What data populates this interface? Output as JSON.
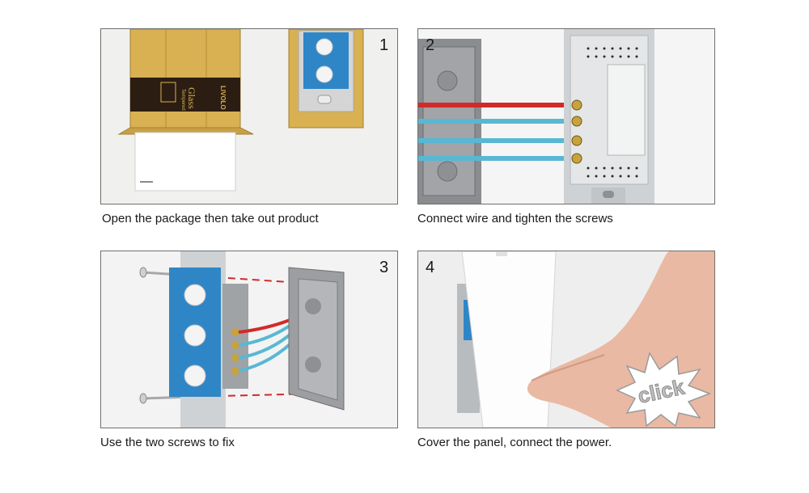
{
  "steps": [
    {
      "number": "1",
      "caption": "Open the package then take out product"
    },
    {
      "number": "2",
      "caption": "Connect wire and tighten the screws"
    },
    {
      "number": "3",
      "caption": "Use the two screws to fix"
    },
    {
      "number": "4",
      "caption": "Cover the panel, connect the power."
    }
  ],
  "box_brand": "LIVOLO",
  "box_tagline": "Tempered",
  "box_material": "Glass",
  "click_text": "click",
  "colors": {
    "wire_live": "#d12a2a",
    "wire_other": "#58b8d4",
    "plate_blue": "#2f86c6",
    "box_gold": "#d6ad4f",
    "panel_border": "#6f6f6f"
  }
}
